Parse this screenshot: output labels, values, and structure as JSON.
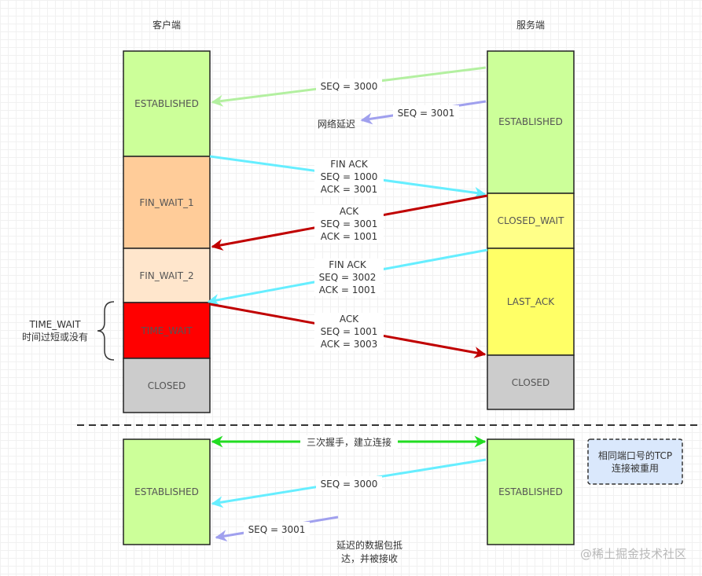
{
  "headers": {
    "client": "客户端",
    "server": "服务端"
  },
  "colors": {
    "established": "#ccff99",
    "fin_wait_1": "#ffcc99",
    "fin_wait_2": "#ffe6cc",
    "time_wait": "#ff0000",
    "closed": "#cccccc",
    "closed_wait": "#ffff88",
    "last_ack": "#ffff66",
    "arrow_light_green": "#b3f0a0",
    "arrow_cyan": "#66eeff",
    "arrow_dark_red": "#c00000",
    "arrow_lavender": "#a0a0ee",
    "arrow_bright_green": "#22dd22",
    "note_fill": "#dae8fc"
  },
  "client_states": [
    "ESTABLISHED",
    "FIN_WAIT_1",
    "FIN_WAIT_2",
    "TIME_WAIT",
    "CLOSED"
  ],
  "server_states": [
    "ESTABLISHED",
    "CLOSED_WAIT",
    "LAST_ACK",
    "CLOSED"
  ],
  "lower": {
    "client_state": "ESTABLISHED",
    "server_state": "ESTABLISHED",
    "handshake": "三次握手，建立连接",
    "seq_3000": "SEQ = 3000",
    "seq_3001": "SEQ = 3001",
    "delayed_note": [
      "延迟的数据包抵",
      "达，并被接收"
    ],
    "reuse_note": [
      "相同端口号的TCP",
      "连接被重用"
    ]
  },
  "messages": {
    "seq_3000": "SEQ = 3000",
    "seq_3001": "SEQ = 3001",
    "network_delay": "网络延迟",
    "fin_ack_1": [
      "FIN ACK",
      "SEQ = 1000",
      "ACK = 3001"
    ],
    "ack_1": [
      "ACK",
      "SEQ = 3001",
      "ACK = 1001"
    ],
    "fin_ack_2": [
      "FIN ACK",
      "SEQ = 3002",
      "ACK = 1001"
    ],
    "ack_2": [
      "ACK",
      "SEQ = 1001",
      "ACK = 3003"
    ]
  },
  "time_wait_note": [
    "TIME_WAIT",
    "时间过短或没有"
  ],
  "watermark": "@稀土掘金技术社区"
}
